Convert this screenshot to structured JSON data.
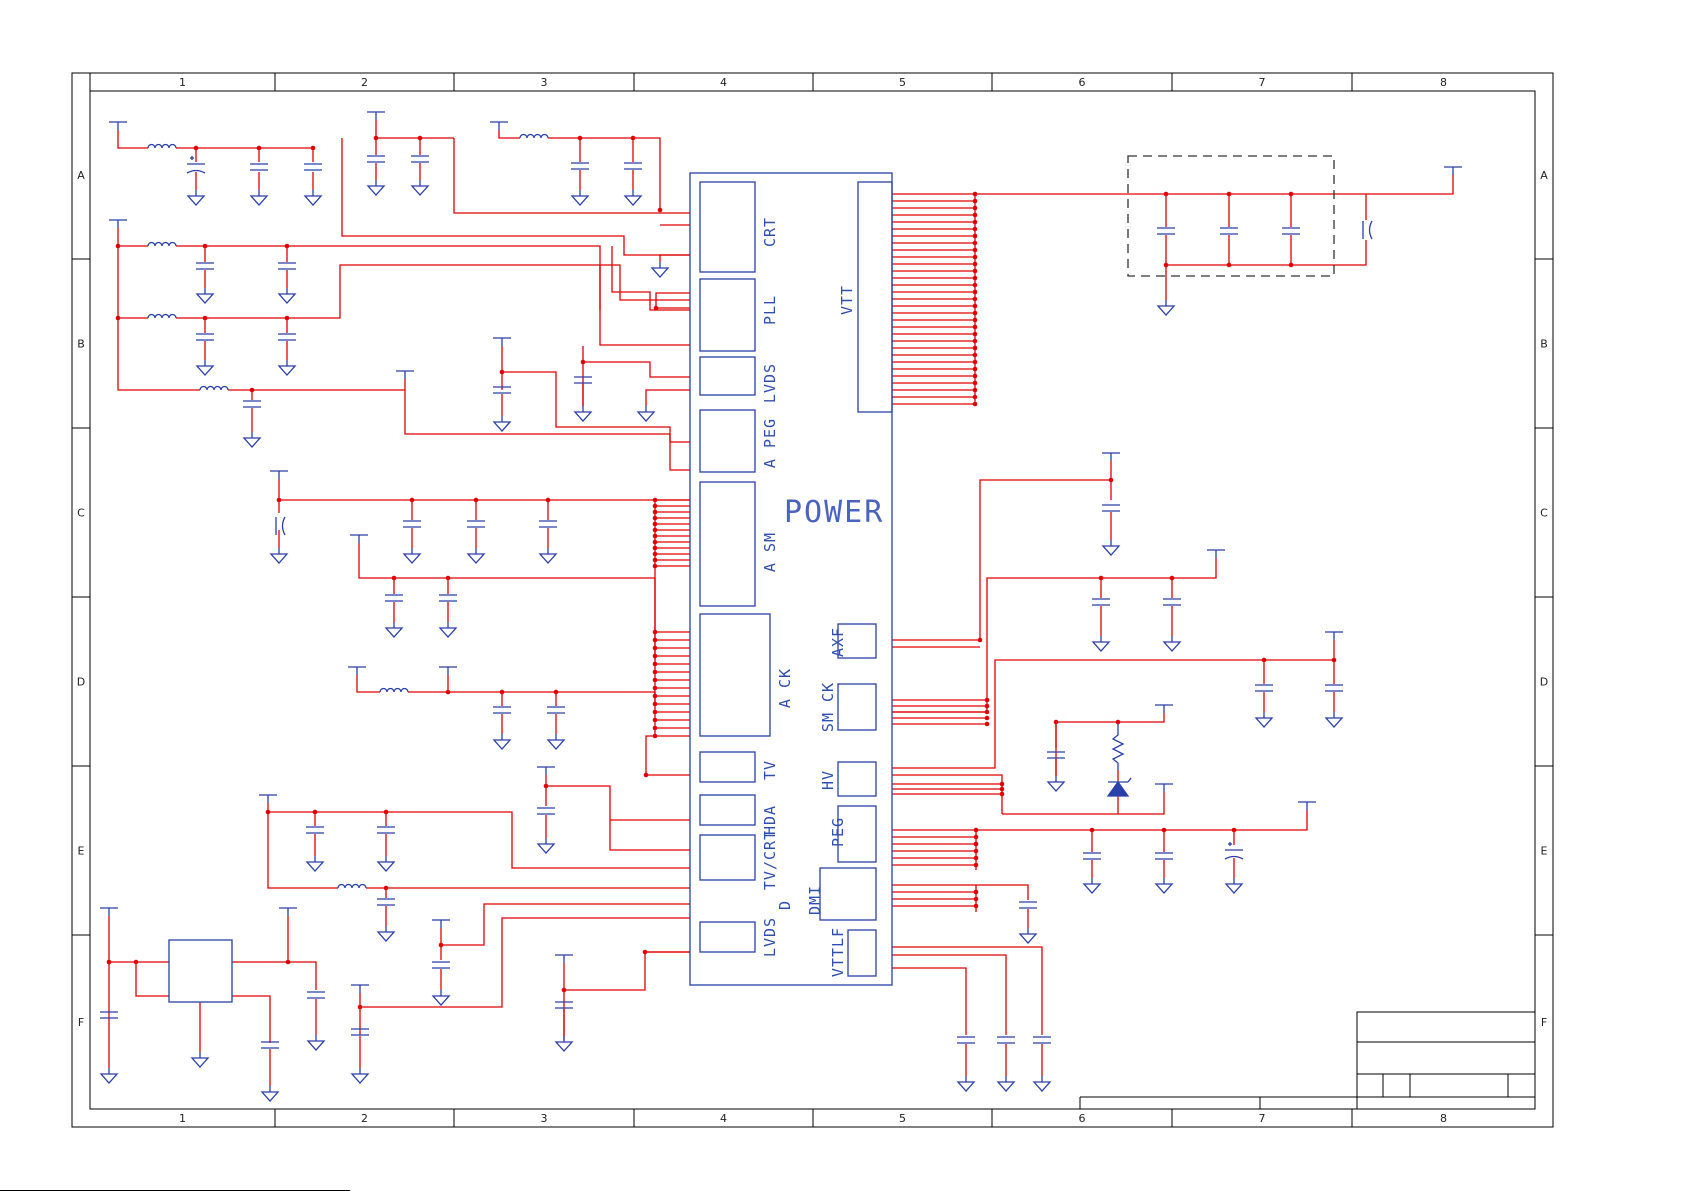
{
  "frame": {
    "columns": [
      "1",
      "2",
      "3",
      "4",
      "5",
      "6",
      "7",
      "8"
    ],
    "rows": [
      "A",
      "B",
      "C",
      "D",
      "E",
      "F"
    ]
  },
  "ic": {
    "title": "POWER",
    "left_blocks": [
      "CRT",
      "PLL",
      "LVDS",
      "A PEG",
      "A SM",
      "A CK",
      "TV",
      "HDA",
      "TV/CRT",
      "D",
      "LVDS"
    ],
    "right_blocks": [
      "VTT",
      "AXF",
      "SM CK",
      "HV",
      "PEG",
      "DMI",
      "VTTLF"
    ]
  },
  "colors": {
    "wire": "#e00000",
    "component": "#2a3fa8",
    "frame": "#000000",
    "junction": "#e00000"
  }
}
